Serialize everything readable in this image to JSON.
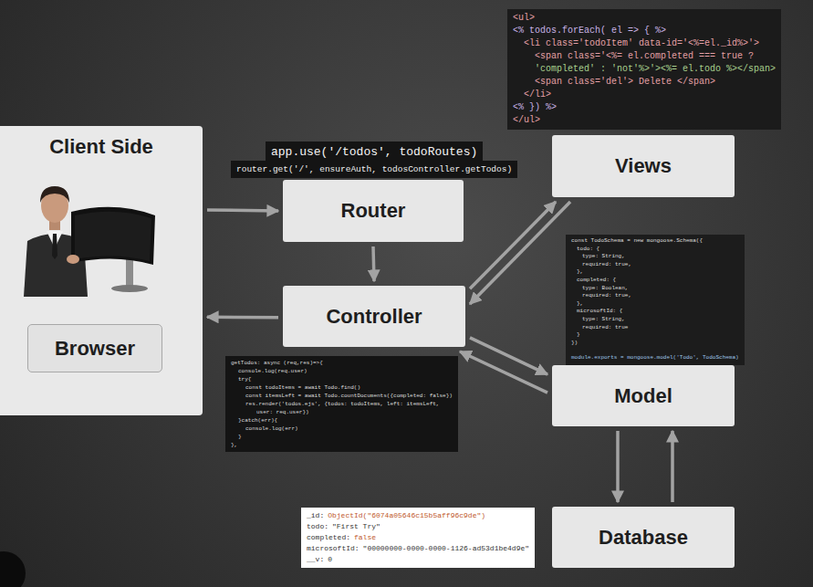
{
  "diagram": {
    "nodes": [
      {
        "text": [
          "Client Side"
        ]
      },
      {
        "text": [
          "Browser"
        ],
        "in": 0
      },
      {
        "text": [
          "Views"
        ]
      },
      {
        "text": [
          "Router"
        ]
      },
      {
        "text": [
          "Controller"
        ]
      },
      {
        "text": [
          "Model"
        ]
      },
      {
        "text": [
          "Database"
        ]
      }
    ],
    "edges": [
      {
        "from": 0,
        "to": 3,
        "arrow": "to"
      },
      {
        "from": 3,
        "to": 4,
        "arrow": "to"
      },
      {
        "from": 4,
        "to": 0,
        "arrow": "to"
      },
      {
        "from": 4,
        "to": 2,
        "arrow": "to"
      },
      {
        "from": 2,
        "to": 4,
        "arrow": "to"
      },
      {
        "from": 4,
        "to": 5,
        "arrow": "to"
      },
      {
        "from": 5,
        "to": 4,
        "arrow": "to"
      },
      {
        "from": 5,
        "to": 6,
        "arrow": "to"
      },
      {
        "from": 6,
        "to": 5,
        "arrow": "to"
      }
    ],
    "labels": [
      "<ul>",
      "<% todos.forEach( el => { %>",
      "<li class='todoItem' data-id='<%=el._id%>'>",
      "<span class='<%= el.completed === true ?",
      "'completed' : 'not'%>'><%= el.todo %></span>",
      "<span class='del'> Delete </span>",
      "</li>",
      "<% }) %>",
      "</ul>",
      "app.use('/todos', todoRoutes)",
      "router.get('/', ensureAuth, todosController.getTodos)",
      "const TodoSchema = new mongoose.Schema({",
      "todo: {",
      "type: String,",
      "required: true,",
      "},",
      "completed: {",
      "type: Boolean,",
      "required: true,",
      "},",
      "microsoftId: {",
      "type: String,",
      "required: true",
      "}",
      "})",
      "module.exports = mongoose.model('Todo', TodoSchema)",
      "getTodos: async (req,res)=>{",
      "console.log(req.user)",
      "try{",
      "const todoItems = await Todo.find()",
      "const itemsLeft = await Todo.countDocuments({completed: false})",
      "res.render('todos.ejs', {todos: todoItems, left: itemsLeft,",
      "user: req.user})",
      "}catch(err){",
      "console.log(err)",
      "}",
      "},",
      "_id:",
      "ObjectId(\"6074a05646c15b5aff96c9de\")",
      "todo:",
      "\"First Try\"",
      "completed:",
      "false",
      "microsoftId:",
      "\"00000000-0000-0000-1126-ad53d1be4d9e\"",
      "__v:",
      "0"
    ]
  }
}
